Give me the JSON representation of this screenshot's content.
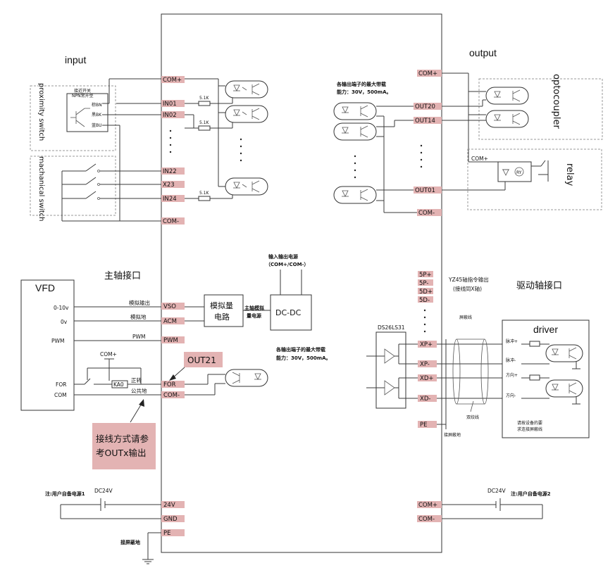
{
  "sections": {
    "input": "input",
    "output": "output",
    "proximity_switch": "proximity switch",
    "mechanical_switch": "machanical switch",
    "optocoupler": "optocoupler",
    "relay": "relay",
    "spindle_interface": "主轴接口",
    "vfd": "VFD",
    "drive_axis_interface": "驱动轴接口",
    "driver": "driver"
  },
  "proximity_sensor": {
    "title1": "接近开关",
    "title2": "NPN常开型",
    "brown": "棕BN",
    "black": "黑BK",
    "blue": "蓝BU"
  },
  "resistor": "5.1K",
  "input_pins": [
    "COM+",
    "IN01",
    "IN02",
    "IN22",
    "X23",
    "IN24",
    "COM-"
  ],
  "output_pins": [
    "COM+",
    "OUT20",
    "OUT14",
    "OUT01",
    "COM-"
  ],
  "output_note": [
    "各输出端子的最大带载",
    "能力：30V，500mA。"
  ],
  "relay_com": "COM+",
  "power_io": {
    "title": "输入输出电源",
    "subtitle": "（COM+/COM-）",
    "dcdc": "DC-DC",
    "spindle_power": [
      "主轴模拟",
      "量电源"
    ]
  },
  "spindle_pins": [
    "VSO",
    "ACM",
    "PWM",
    "FOR",
    "COM-"
  ],
  "spindle_wire_labels": [
    "模拟输出",
    "模拟地",
    "PWM",
    "正转",
    "公共地"
  ],
  "analog_circuit": [
    "模拟量",
    "电路"
  ],
  "vfd_terminals": [
    "0-10v",
    "0v",
    "PWM",
    "FOR",
    "COM"
  ],
  "vfd_relay": {
    "com_plus": "COM+",
    "ka": "KA0"
  },
  "out21": "OUT21",
  "spindle_note": [
    "各输出端子的最大带载",
    "能力：30V，500mA。"
  ],
  "wiring_note": [
    "接线方式请参",
    "考OUTx输出"
  ],
  "axis": {
    "pins_top": [
      "5P+",
      "5P-",
      "5D+",
      "5D-"
    ],
    "pins_main": [
      "XP+",
      "XP-",
      "XD+",
      "XD-",
      "PE"
    ],
    "cmd_note": [
      "YZ45轴指令输出",
      "(接线同X轴)"
    ],
    "chip": "DS26LS31",
    "shield_wire": "屏蔽线",
    "twisted_pair": "双绞线",
    "shield_ground": "接屏蔽地",
    "pulse_plus": "脉冲+",
    "pulse_minus": "脉冲-",
    "dir_plus": "方向+",
    "dir_minus": "方向-",
    "driver_note": [
      "请按设备的要",
      "求连接屏蔽线"
    ]
  },
  "power": {
    "left_note": "注:用户自备电源1",
    "right_note": "注:用户自备电源2",
    "dc_left": "DC24V",
    "dc_right": "DC24V",
    "left_pins": [
      "24V",
      "GND",
      "PE"
    ],
    "right_pins": [
      "COM+",
      "COM-"
    ],
    "ground_label": "接屏蔽地"
  }
}
